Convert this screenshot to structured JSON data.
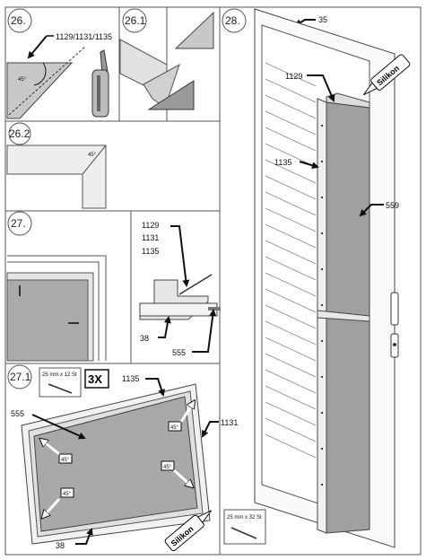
{
  "steps": {
    "s26": "26.",
    "s26_1": "26.1",
    "s26_2": "26.2",
    "s27": "27.",
    "s27_1": "27.1",
    "s28": "28."
  },
  "parts": {
    "p1129_1131_1135": "1129/1131/1135",
    "p1129": "1129",
    "p1131": "1131",
    "p1135": "1135",
    "p38": "38",
    "p555": "555",
    "p559": "559",
    "p35": "35"
  },
  "angles": {
    "a45": "45°"
  },
  "screws": {
    "spec_27_1": "25 mm x 12 St",
    "spec_28": "25 mm x 32 St",
    "qty": "3X"
  },
  "silicone": {
    "label": "Silikon"
  }
}
